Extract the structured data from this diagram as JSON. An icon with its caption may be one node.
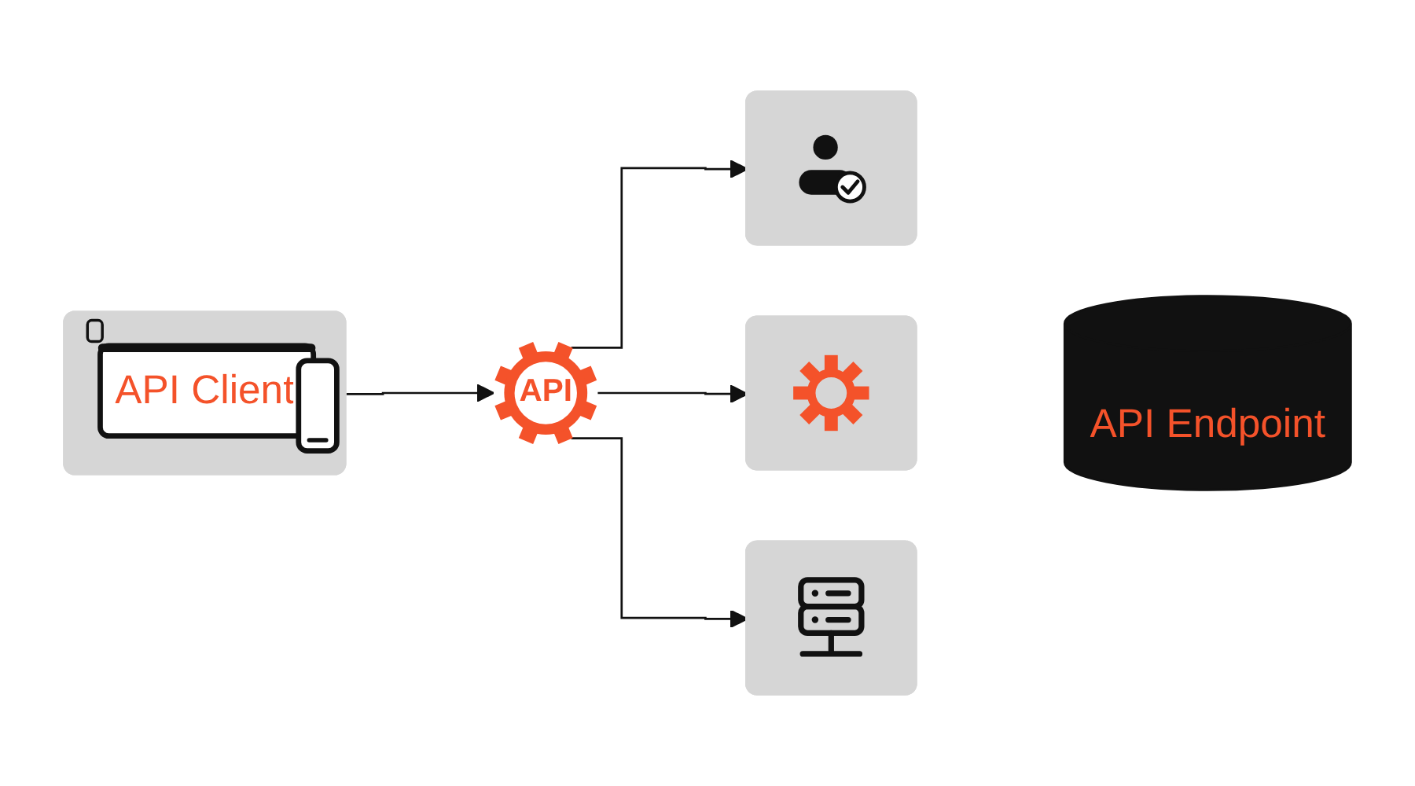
{
  "diagram": {
    "nodes": [
      {
        "text": [
          "API Client"
        ]
      },
      {
        "text": [
          "API"
        ]
      },
      {
        "text": [],
        "shape": "picture"
      },
      {
        "text": [],
        "shape": "picture"
      },
      {
        "text": [],
        "shape": "picture"
      },
      {
        "text": [
          "API Endpoint"
        ]
      }
    ],
    "edges": [
      {
        "from": 0,
        "to": 1,
        "arrow": "to"
      },
      {
        "from": 1,
        "to": 2,
        "arrow": "to"
      },
      {
        "from": 1,
        "to": 3,
        "arrow": "to"
      },
      {
        "from": 1,
        "to": 4,
        "arrow": "to"
      }
    ]
  }
}
